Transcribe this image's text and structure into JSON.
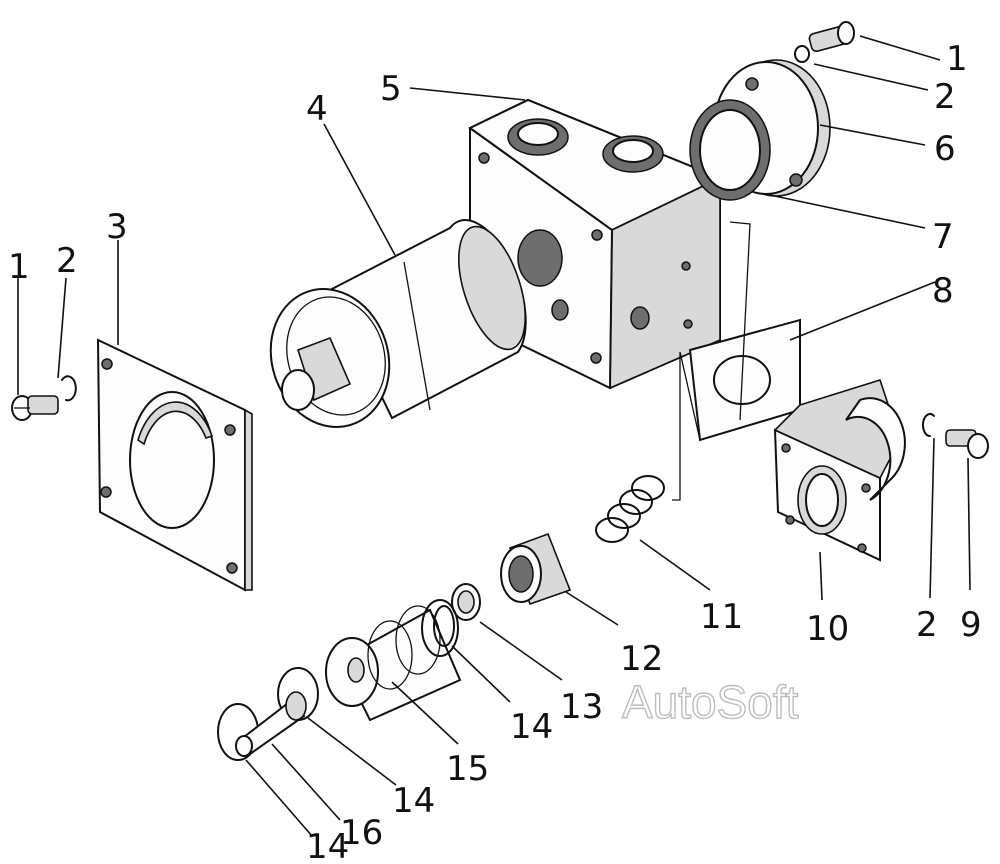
{
  "callouts": [
    {
      "id": "c1a",
      "text": "1"
    },
    {
      "id": "c2a",
      "text": "2"
    },
    {
      "id": "c6",
      "text": "6"
    },
    {
      "id": "c5",
      "text": "5"
    },
    {
      "id": "c4",
      "text": "4"
    },
    {
      "id": "c7",
      "text": "7"
    },
    {
      "id": "c8",
      "text": "8"
    },
    {
      "id": "c3",
      "text": "3"
    },
    {
      "id": "c1b",
      "text": "1"
    },
    {
      "id": "c2b",
      "text": "2"
    },
    {
      "id": "c11",
      "text": "11"
    },
    {
      "id": "c10",
      "text": "10"
    },
    {
      "id": "c2c",
      "text": "2"
    },
    {
      "id": "c9",
      "text": "9"
    },
    {
      "id": "c12",
      "text": "12"
    },
    {
      "id": "c13",
      "text": "13"
    },
    {
      "id": "c14a",
      "text": "14"
    },
    {
      "id": "c15",
      "text": "15"
    },
    {
      "id": "c14b",
      "text": "14"
    },
    {
      "id": "c16",
      "text": "16"
    },
    {
      "id": "c14c",
      "text": "14"
    }
  ],
  "watermark": "AutoSoft"
}
